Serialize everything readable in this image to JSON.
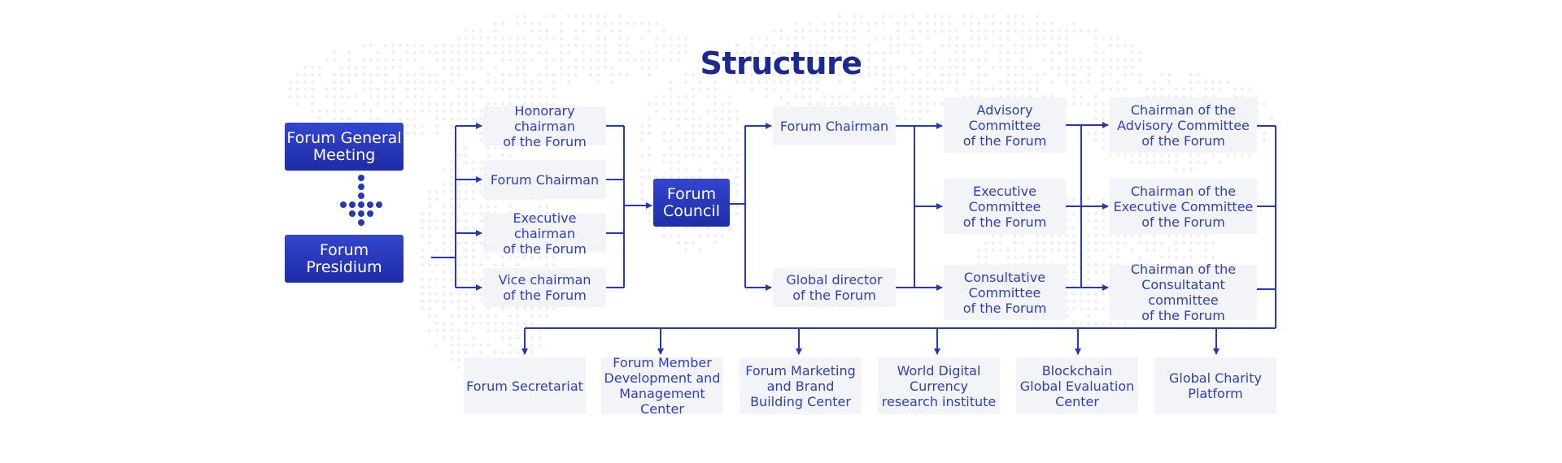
{
  "title": "Structure",
  "left": {
    "general_meeting": "Forum General\nMeeting",
    "presidium": "Forum Presidium"
  },
  "honors": [
    "Honorary chairman\nof the Forum",
    "Forum Chairman",
    "Executive chairman\nof the Forum",
    "Vice chairman\nof the Forum"
  ],
  "council": "Forum\nCouncil",
  "leaders": [
    "Forum Chairman",
    "Global director\nof the Forum"
  ],
  "committees": [
    "Advisory\nCommittee\nof the Forum",
    "Executive\nCommittee\nof the Forum",
    "Consultative\nCommittee\nof the Forum"
  ],
  "committee_chairs": [
    "Chairman of the\nAdvisory Committee\nof the Forum",
    "Chairman of the\nExecutive Committee\nof the Forum",
    "Chairman of the\nConsultatant committee\nof the Forum"
  ],
  "bottom": [
    "Forum Secretariat",
    "Forum Member\nDevelopment and\nManagement Center",
    "Forum Marketing\nand Brand\nBuilding Center",
    "World Digital\nCurrency\nresearch institute",
    "Blockchain\nGlobal Evaluation\nCenter",
    "Global Charity\nPlatform"
  ],
  "colors": {
    "accent": "#2637b8",
    "title": "#1b2a8f",
    "box_light": "#f3f4f8",
    "box_dark": "#2639c0"
  }
}
